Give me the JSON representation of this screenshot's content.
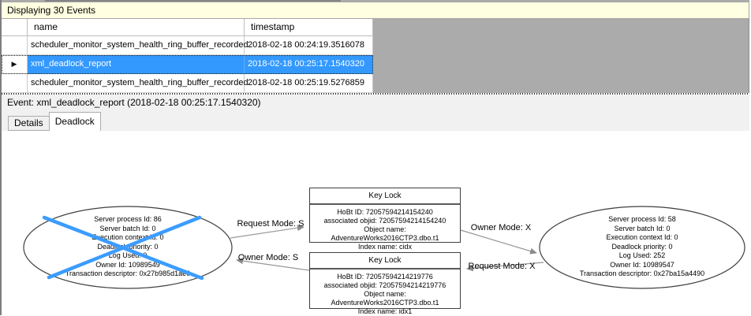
{
  "info_bar": {
    "text": "Displaying 30 Events"
  },
  "grid": {
    "columns": [
      "name",
      "timestamp"
    ],
    "row_indicator": "▶",
    "rows": [
      {
        "name": "scheduler_monitor_system_health_ring_buffer_recorded",
        "timestamp": "2018-02-18 00:24:19.3516078"
      },
      {
        "name": "xml_deadlock_report",
        "timestamp": "2018-02-18 00:25:17.1540320"
      },
      {
        "name": "scheduler_monitor_system_health_ring_buffer_recorded",
        "timestamp": "2018-02-18 00:25:19.5276859"
      }
    ]
  },
  "event_bar": {
    "text": "Event: xml_deadlock_report (2018-02-18 00:25:17.1540320)"
  },
  "tabs": [
    {
      "label": "Details",
      "active": false
    },
    {
      "label": "Deadlock",
      "active": true
    }
  ],
  "graph": {
    "victim_process": {
      "lines": [
        "Server process Id: 86",
        "Server batch Id: 0",
        "Execution context Id: 0",
        "Deadlock priority: 0",
        "Log Used: 0",
        "Owner Id: 10989549",
        "Transaction descriptor: 0x27b985d1ae0"
      ]
    },
    "other_process": {
      "lines": [
        "Server process Id: 58",
        "Server batch Id: 0",
        "Execution context Id: 0",
        "Deadlock priority: 0",
        "Log Used: 252",
        "Owner Id: 10989547",
        "Transaction descriptor: 0x27ba15a4490"
      ]
    },
    "locks": [
      {
        "title": "Key Lock",
        "lines": [
          "HoBt ID: 72057594214154240",
          "associated objid: 72057594214154240",
          "Object name: AdventureWorks2016CTP3.dbo.t1",
          "Index name: cidx"
        ]
      },
      {
        "title": "Key Lock",
        "lines": [
          "HoBt ID: 72057594214219776",
          "associated objid: 72057594214219776",
          "Object name: AdventureWorks2016CTP3.dbo.t1",
          "Index name: idx1"
        ]
      }
    ],
    "edges": [
      {
        "label": "Request Mode: S"
      },
      {
        "label": "Owner Mode: S"
      },
      {
        "label": "Owner Mode: X"
      },
      {
        "label": "Request Mode: X"
      }
    ]
  },
  "colors": {
    "selection_blue": "#3399FF",
    "victim_cross_blue": "#3B9CFF",
    "info_bar_yellow": "#FFFFE1",
    "pane_gray": "#F1F1F1",
    "grid_filler_gray": "#ABABAB"
  }
}
